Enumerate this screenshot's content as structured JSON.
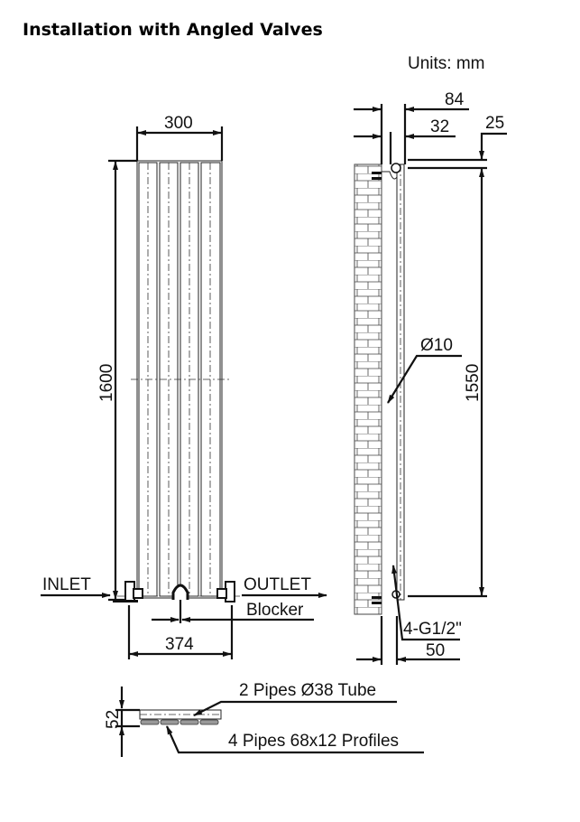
{
  "title": "Installation with Angled Valves",
  "units": "Units: mm",
  "front_view": {
    "width_label": "300",
    "height_label": "1600",
    "inlet_label": "INLET",
    "outlet_label": "OUTLET",
    "blocker_label": "Blocker",
    "valve_spacing_label": "374"
  },
  "side_view": {
    "depth_label": "84",
    "offset_label": "32",
    "bracket_label": "25",
    "bracket_spacing_label": "1550",
    "pipe_dia_label": "Ø10",
    "connection_label": "4-G1/2\"",
    "wall_clearance_label": "50"
  },
  "section_view": {
    "thickness_label": "52",
    "tube_label": "2 Pipes Ø38 Tube",
    "profile_label": "4 Pipes 68x12 Profiles"
  }
}
